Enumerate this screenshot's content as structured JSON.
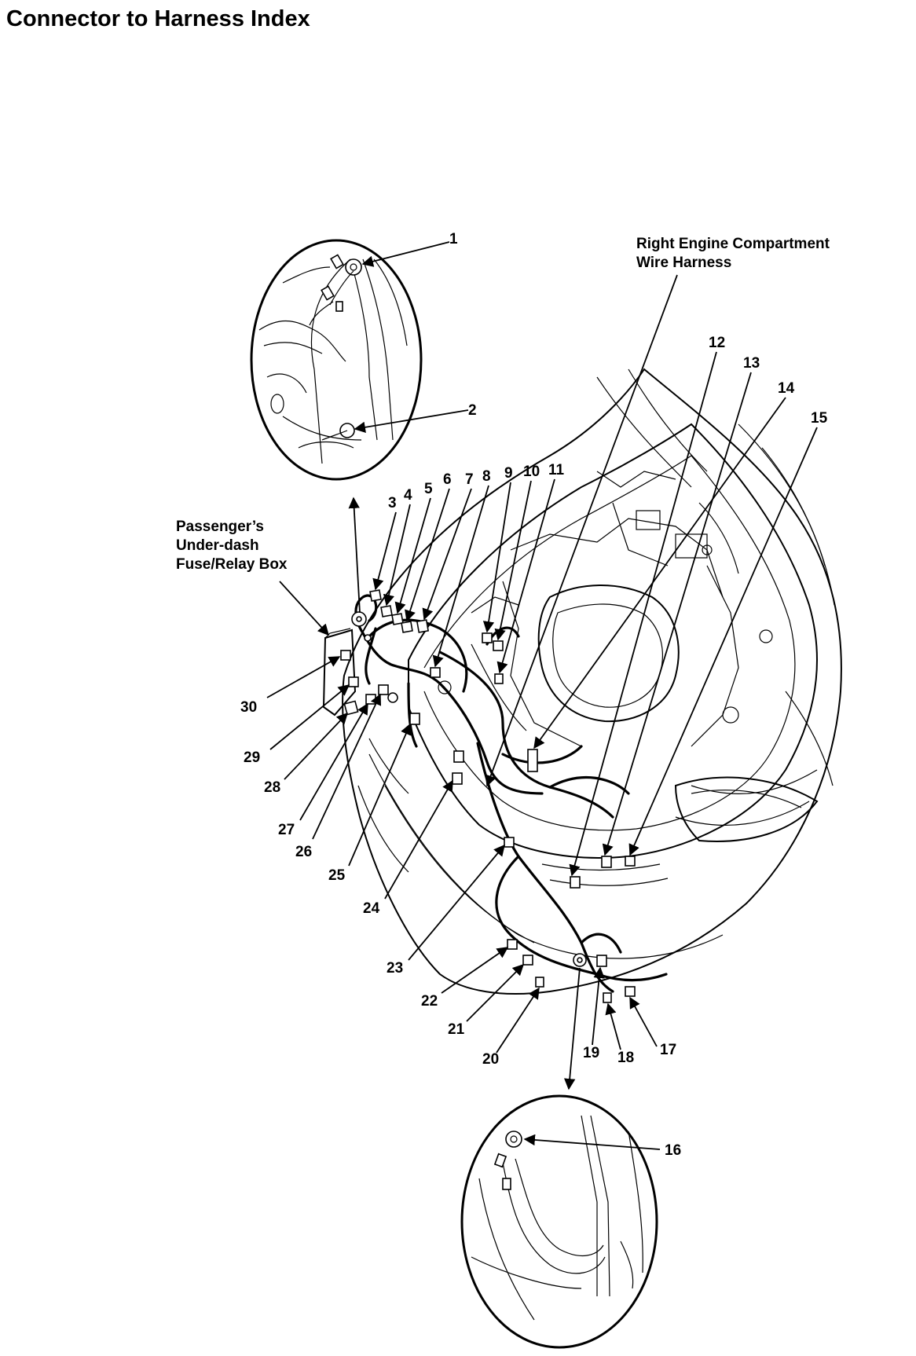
{
  "page": {
    "title": "Connector to Harness Index"
  },
  "labels": {
    "passenger_box": [
      "Passenger’s",
      "Under-dash",
      "Fuse/Relay Box"
    ],
    "right_harness": [
      "Right Engine Compartment",
      "Wire Harness"
    ]
  },
  "callouts": [
    "1",
    "2",
    "3",
    "4",
    "5",
    "6",
    "7",
    "8",
    "9",
    "10",
    "11",
    "12",
    "13",
    "14",
    "15",
    "16",
    "17",
    "18",
    "19",
    "20",
    "21",
    "22",
    "23",
    "24",
    "25",
    "26",
    "27",
    "28",
    "29",
    "30"
  ]
}
